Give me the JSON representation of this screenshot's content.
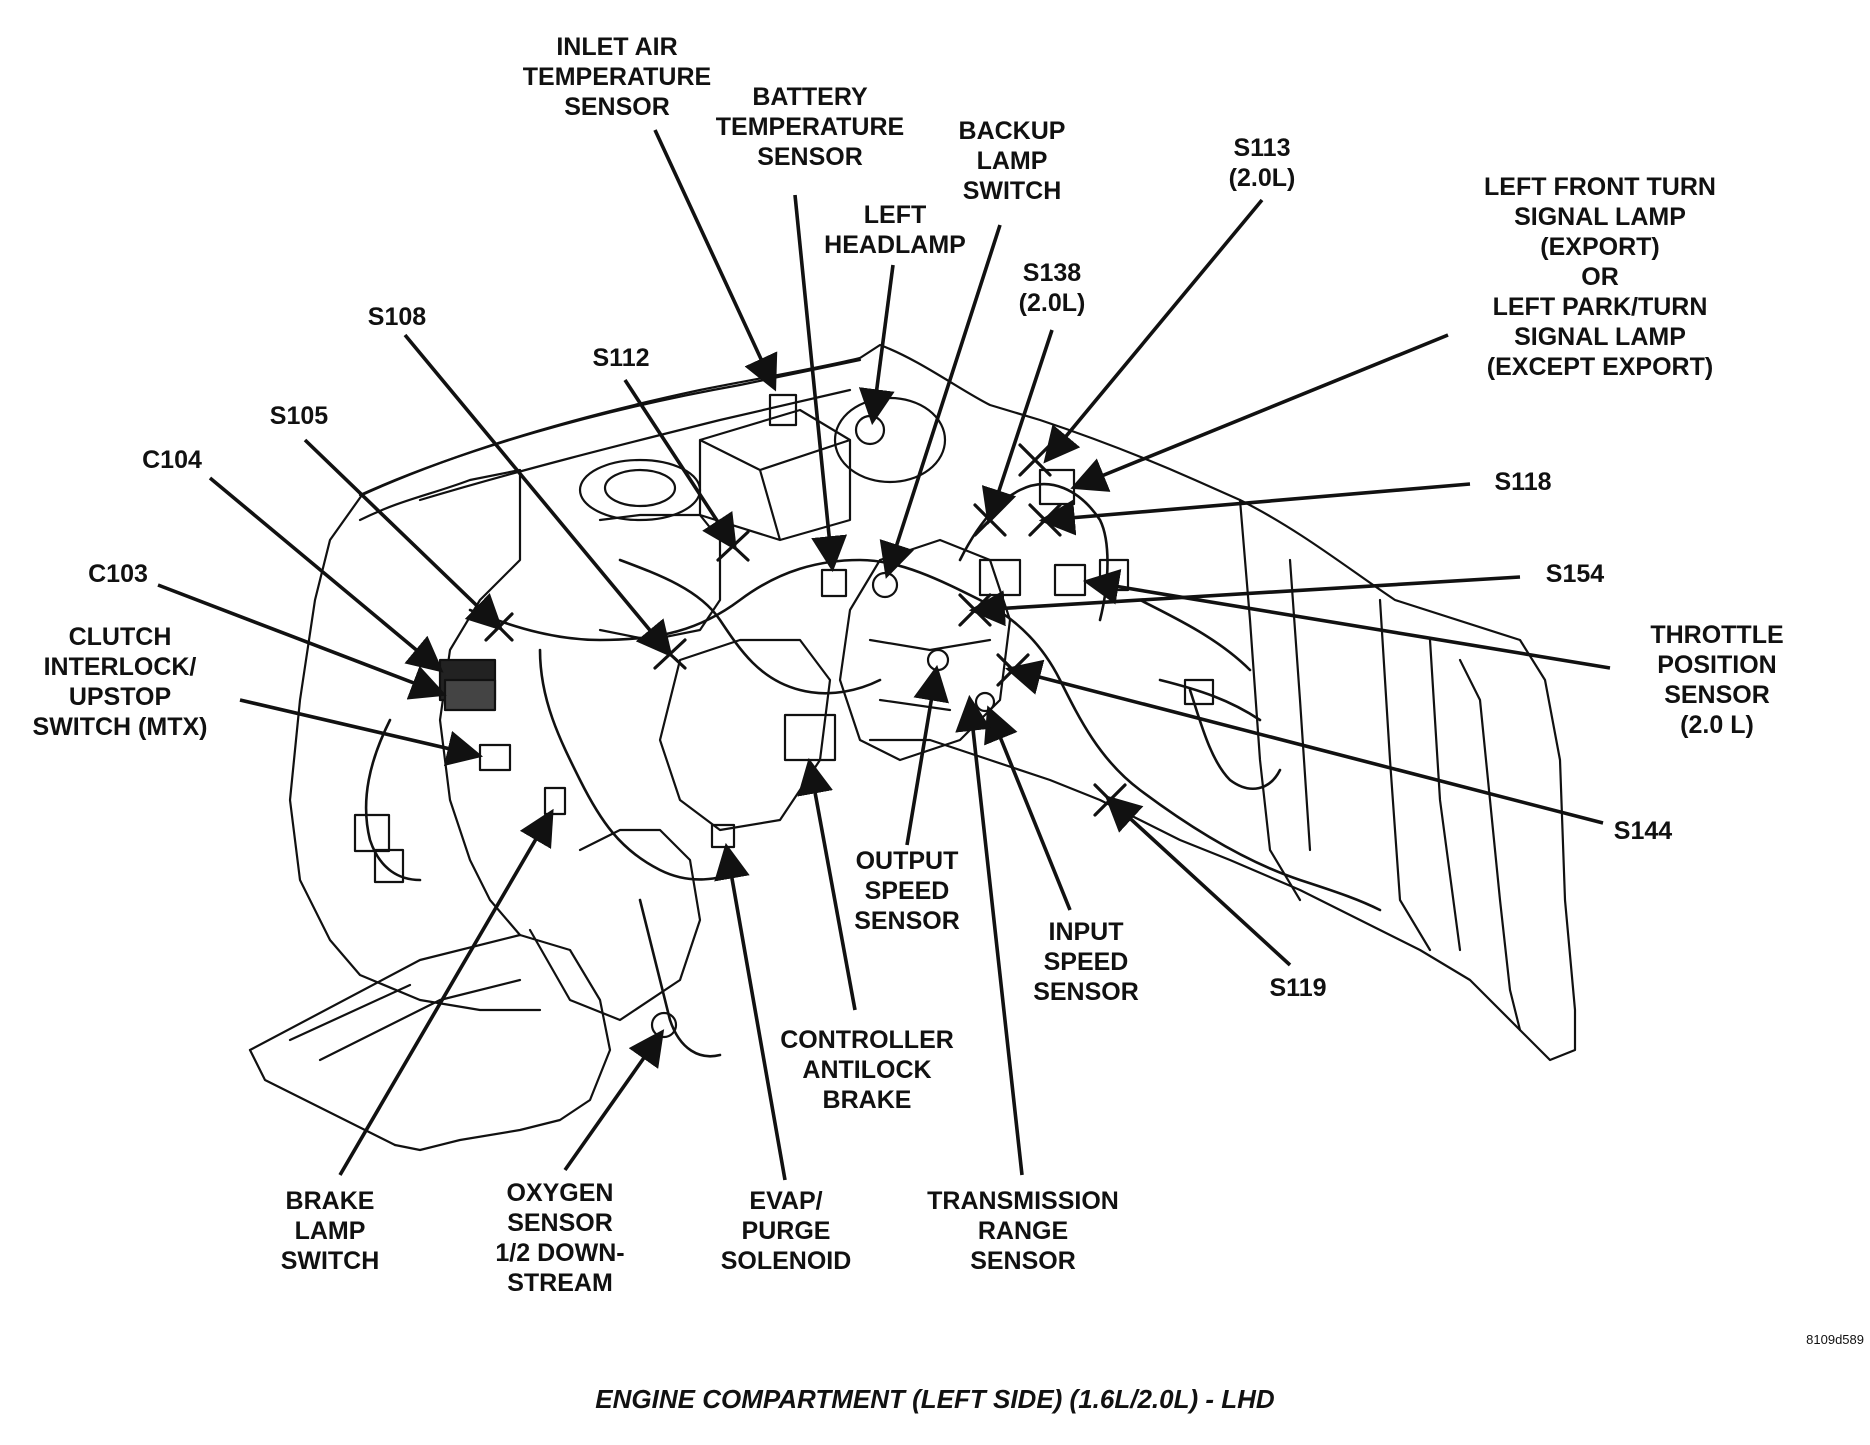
{
  "caption": "ENGINE COMPARTMENT (LEFT SIDE) (1.6L/2.0L) - LHD",
  "reference_code": "8109d589",
  "callouts": {
    "inlet_air_temperature_sensor": [
      "INLET AIR",
      "TEMPERATURE",
      "SENSOR"
    ],
    "battery_temperature_sensor": [
      "BATTERY",
      "TEMPERATURE",
      "SENSOR"
    ],
    "backup_lamp_switch": [
      "BACKUP",
      "LAMP",
      "SWITCH"
    ],
    "s113": [
      "S113",
      "(2.0L)"
    ],
    "left_front_turn_signal_lamp": [
      "LEFT FRONT TURN",
      "SIGNAL LAMP",
      "(EXPORT)",
      "OR",
      "LEFT PARK/TURN",
      "SIGNAL LAMP",
      "(EXCEPT EXPORT)"
    ],
    "left_headlamp": [
      "LEFT",
      "HEADLAMP"
    ],
    "s138": [
      "S138",
      "(2.0L)"
    ],
    "s108": [
      "S108"
    ],
    "s112": [
      "S112"
    ],
    "s105": [
      "S105"
    ],
    "c104": [
      "C104"
    ],
    "c103": [
      "C103"
    ],
    "clutch_interlock_upstop_switch": [
      "CLUTCH",
      "INTERLOCK/",
      "UPSTOP",
      "SWITCH (MTX)"
    ],
    "s118": [
      "S118"
    ],
    "s154": [
      "S154"
    ],
    "throttle_position_sensor": [
      "THROTTLE",
      "POSITION",
      "SENSOR",
      "(2.0 L)"
    ],
    "s144": [
      "S144"
    ],
    "output_speed_sensor": [
      "OUTPUT",
      "SPEED",
      "SENSOR"
    ],
    "input_speed_sensor": [
      "INPUT",
      "SPEED",
      "SENSOR"
    ],
    "s119": [
      "S119"
    ],
    "controller_antilock_brake": [
      "CONTROLLER",
      "ANTILOCK",
      "BRAKE"
    ],
    "brake_lamp_switch": [
      "BRAKE",
      "LAMP",
      "SWITCH"
    ],
    "oxygen_sensor": [
      "OXYGEN",
      "SENSOR",
      "1/2 DOWN-",
      "STREAM"
    ],
    "evap_purge_solenoid": [
      "EVAP/",
      "PURGE",
      "SOLENOID"
    ],
    "transmission_range_sensor": [
      "TRANSMISSION",
      "RANGE",
      "SENSOR"
    ]
  }
}
